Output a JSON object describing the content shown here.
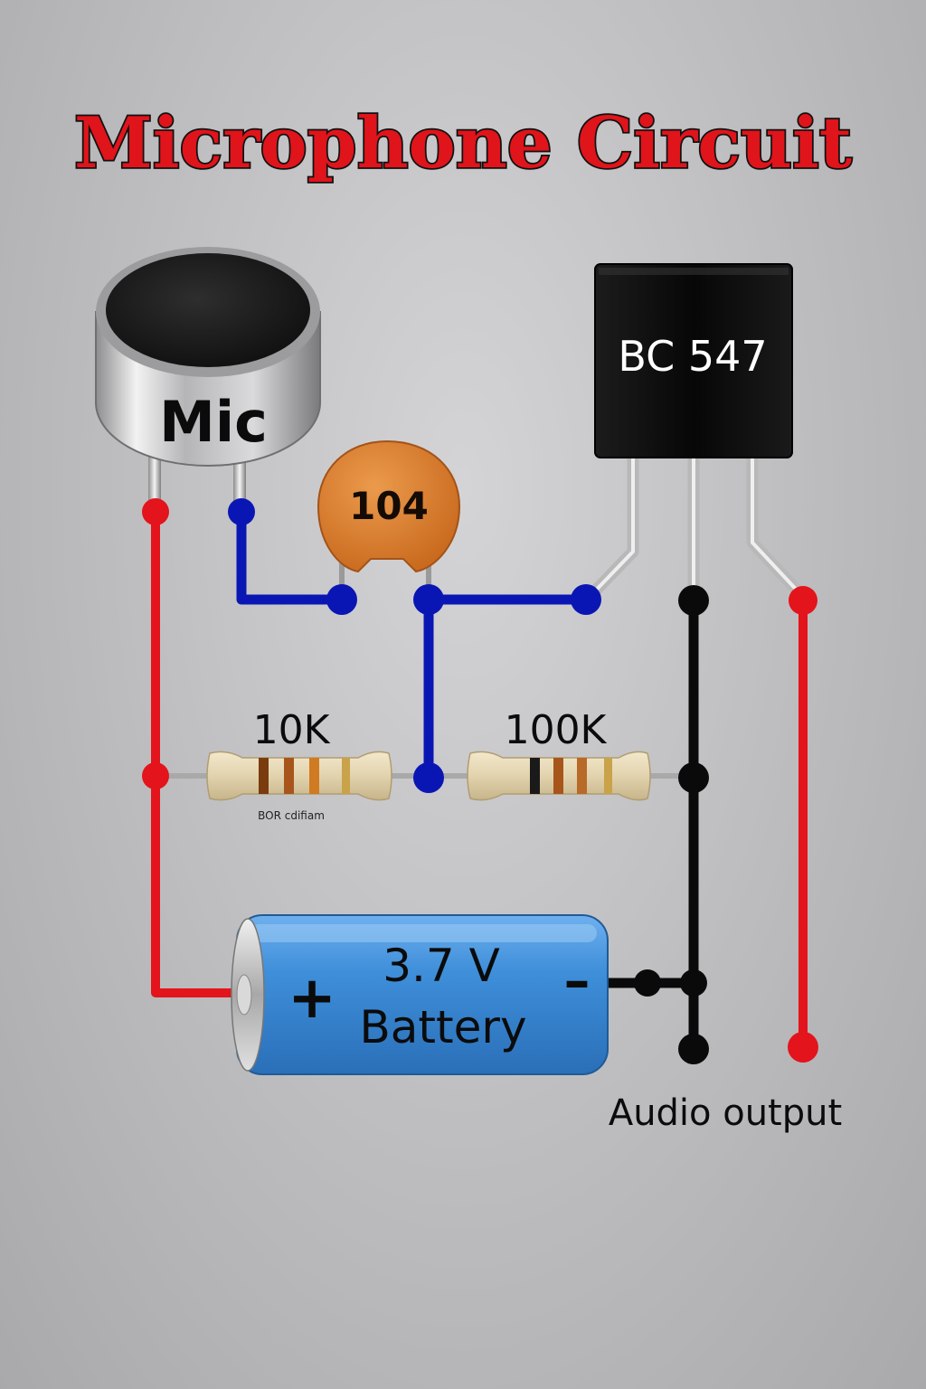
{
  "title": "Microphone Circuit",
  "components": {
    "mic": {
      "label": "Mic"
    },
    "capacitor": {
      "label": "104"
    },
    "transistor": {
      "label": "BC 547"
    },
    "resistor_1": {
      "label": "10K",
      "caption": "BOR cdifiam"
    },
    "resistor_2": {
      "label": "100K"
    },
    "battery": {
      "voltage": "3.7 V",
      "name": "Battery",
      "plus": "+",
      "minus": "–"
    }
  },
  "output_label": "Audio output",
  "colors": {
    "title": "#e0141b",
    "wire_positive": "#e3141b",
    "wire_signal": "#0a16b4",
    "wire_ground": "#0a0a0a",
    "battery_body": "#3f8fda",
    "capacitor_body": "#d57a2a",
    "transistor_body": "#0b0b0b",
    "resistor_body": "#e2d3ae"
  }
}
